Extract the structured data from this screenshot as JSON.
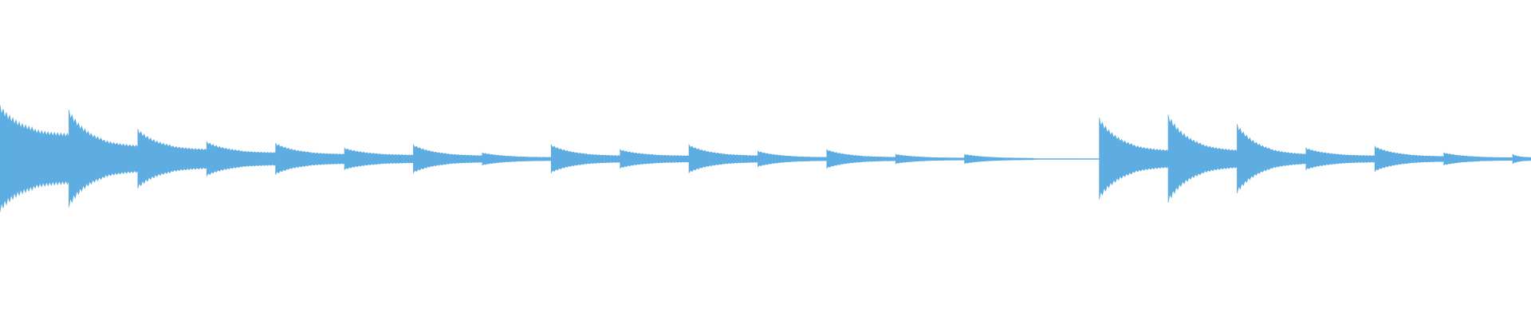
{
  "waveform": {
    "color": "#5DADE2",
    "background": "#ffffff",
    "onsets": [
      {
        "t": 0.0,
        "amp": 0.34,
        "tail": 0.16
      },
      {
        "t": 0.045,
        "amp": 0.31,
        "tail": 0.08
      },
      {
        "t": 0.09,
        "amp": 0.19,
        "tail": 0.06
      },
      {
        "t": 0.135,
        "amp": 0.11,
        "tail": 0.04
      },
      {
        "t": 0.18,
        "amp": 0.1,
        "tail": 0.03
      },
      {
        "t": 0.225,
        "amp": 0.07,
        "tail": 0.025
      },
      {
        "t": 0.27,
        "amp": 0.09,
        "tail": 0.02
      },
      {
        "t": 0.315,
        "amp": 0.04,
        "tail": 0.01
      },
      {
        "t": 0.36,
        "amp": 0.09,
        "tail": 0.02
      },
      {
        "t": 0.405,
        "amp": 0.06,
        "tail": 0.02
      },
      {
        "t": 0.45,
        "amp": 0.09,
        "tail": 0.02
      },
      {
        "t": 0.495,
        "amp": 0.05,
        "tail": 0.01
      },
      {
        "t": 0.54,
        "amp": 0.06,
        "tail": 0.01
      },
      {
        "t": 0.585,
        "amp": 0.03,
        "tail": 0.006
      },
      {
        "t": 0.63,
        "amp": 0.03,
        "tail": 0.004
      },
      {
        "t": 0.675,
        "amp": 0.003,
        "tail": 0.002
      },
      {
        "t": 0.718,
        "amp": 0.26,
        "tail": 0.05
      },
      {
        "t": 0.763,
        "amp": 0.28,
        "tail": 0.05
      },
      {
        "t": 0.808,
        "amp": 0.22,
        "tail": 0.025
      },
      {
        "t": 0.853,
        "amp": 0.07,
        "tail": 0.02
      },
      {
        "t": 0.898,
        "amp": 0.08,
        "tail": 0.015
      },
      {
        "t": 0.943,
        "amp": 0.04,
        "tail": 0.008
      },
      {
        "t": 0.988,
        "amp": 0.03,
        "tail": 0.01
      }
    ],
    "end_t": 1.0
  }
}
